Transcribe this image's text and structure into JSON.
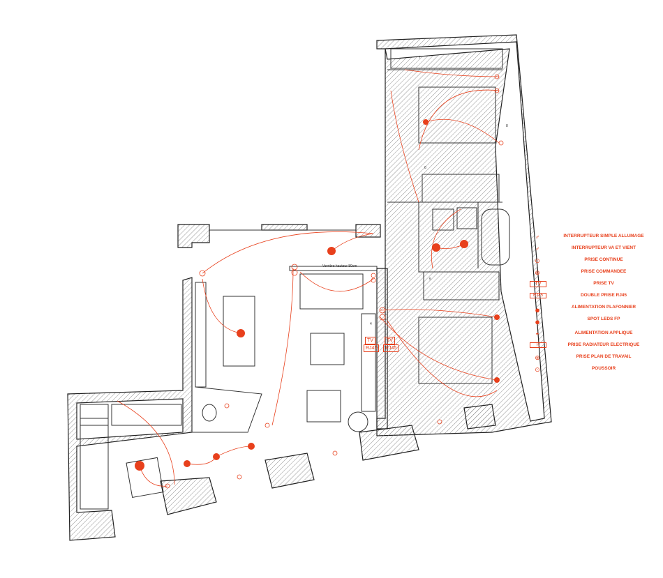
{
  "accent_color": "#e8401c",
  "wall_color": "#222222",
  "plan": {
    "verriere_note": "Verrière hauteur 80cm",
    "tv_label": "TV",
    "rj45_label": "RJ45",
    "rooms": [
      {
        "number": "7"
      },
      {
        "number": "8"
      },
      {
        "number": "6"
      },
      {
        "number": "5"
      },
      {
        "number": "4"
      }
    ]
  },
  "legend": {
    "items": [
      {
        "icon": "switch-single-icon",
        "symbol": "♂",
        "label": "INTERRUPTEUR SIMPLE ALLUMAGE"
      },
      {
        "icon": "switch-two-way-icon",
        "symbol": "♂",
        "label": "INTERRUPTEUR VA ET VIENT"
      },
      {
        "icon": "outlet-continuous-icon",
        "symbol": "⊙",
        "label": "PRISE CONTINUE"
      },
      {
        "icon": "outlet-controlled-icon",
        "symbol": "⊗",
        "label": "PRISE COMMANDEE"
      },
      {
        "icon": "tv-outlet-icon",
        "symbol": "TV",
        "label": "PRISE TV"
      },
      {
        "icon": "rj45-outlet-icon",
        "symbol": "RJ45",
        "label": "DOUBLE PRISE RJ45"
      },
      {
        "icon": "ceiling-light-icon",
        "symbol": "●",
        "label": "ALIMENTATION PLAFONNIER"
      },
      {
        "icon": "spot-led-icon",
        "symbol": "●",
        "label": "SPOT LEDS FP"
      },
      {
        "icon": "wall-light-icon",
        "symbol": "◓",
        "label": "ALIMENTATION APPLIQUE"
      },
      {
        "icon": "radiator-outlet-icon",
        "symbol": "R",
        "label": "PRISE RADIATEUR ELECTRIQUE"
      },
      {
        "icon": "worktop-outlet-icon",
        "symbol": "⊕",
        "label": "PRISE PLAN DE TRAVAIL"
      },
      {
        "icon": "push-button-icon",
        "symbol": "⊙",
        "label": "POUSSOIR"
      }
    ]
  }
}
